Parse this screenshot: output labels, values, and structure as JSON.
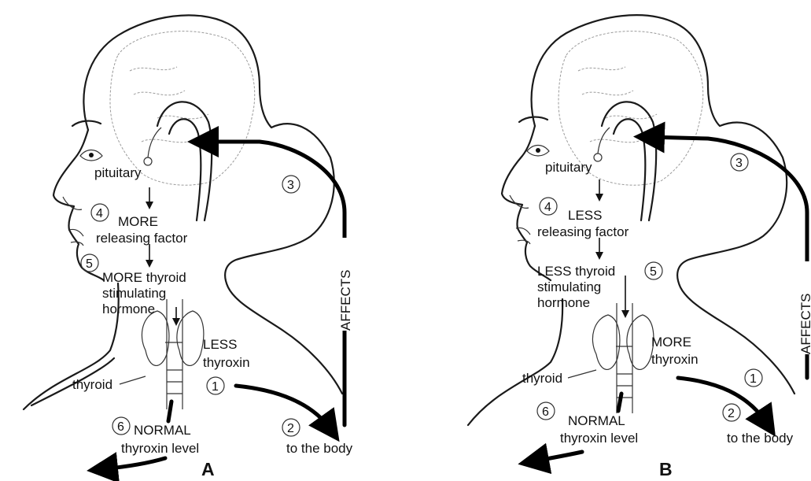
{
  "panel_a": {
    "letter": "A",
    "pituitary": "pituitary",
    "step4": "4",
    "releasing_level": "MORE",
    "releasing_factor": "releasing factor",
    "step5": "5",
    "tsh_line1": "MORE thyroid",
    "tsh_line2": "stimulating",
    "tsh_line3": "hormone",
    "thyroid": "thyroid",
    "thyroxin_level": "LESS",
    "thyroxin": "thyroxin",
    "step1": "1",
    "step2": "2",
    "to_body": "to the body",
    "step3": "3",
    "affects": "AFFECTS",
    "step6": "6",
    "normal": "NORMAL",
    "normal_level": "thyroxin level"
  },
  "panel_b": {
    "letter": "B",
    "pituitary": "pituitary",
    "step4": "4",
    "releasing_level": "LESS",
    "releasing_factor": "releasing factor",
    "step5": "5",
    "tsh_line1": "LESS thyroid",
    "tsh_line2": "stimulating",
    "tsh_line3": "hormone",
    "thyroid": "thyroid",
    "thyroxin_level": "MORE",
    "thyroxin": "thyroxin",
    "step1": "1",
    "step2": "2",
    "to_body": "to the body",
    "step3": "3",
    "affects": "AFFECTS",
    "step6": "6",
    "normal": "NORMAL",
    "normal_level": "thyroxin level"
  }
}
